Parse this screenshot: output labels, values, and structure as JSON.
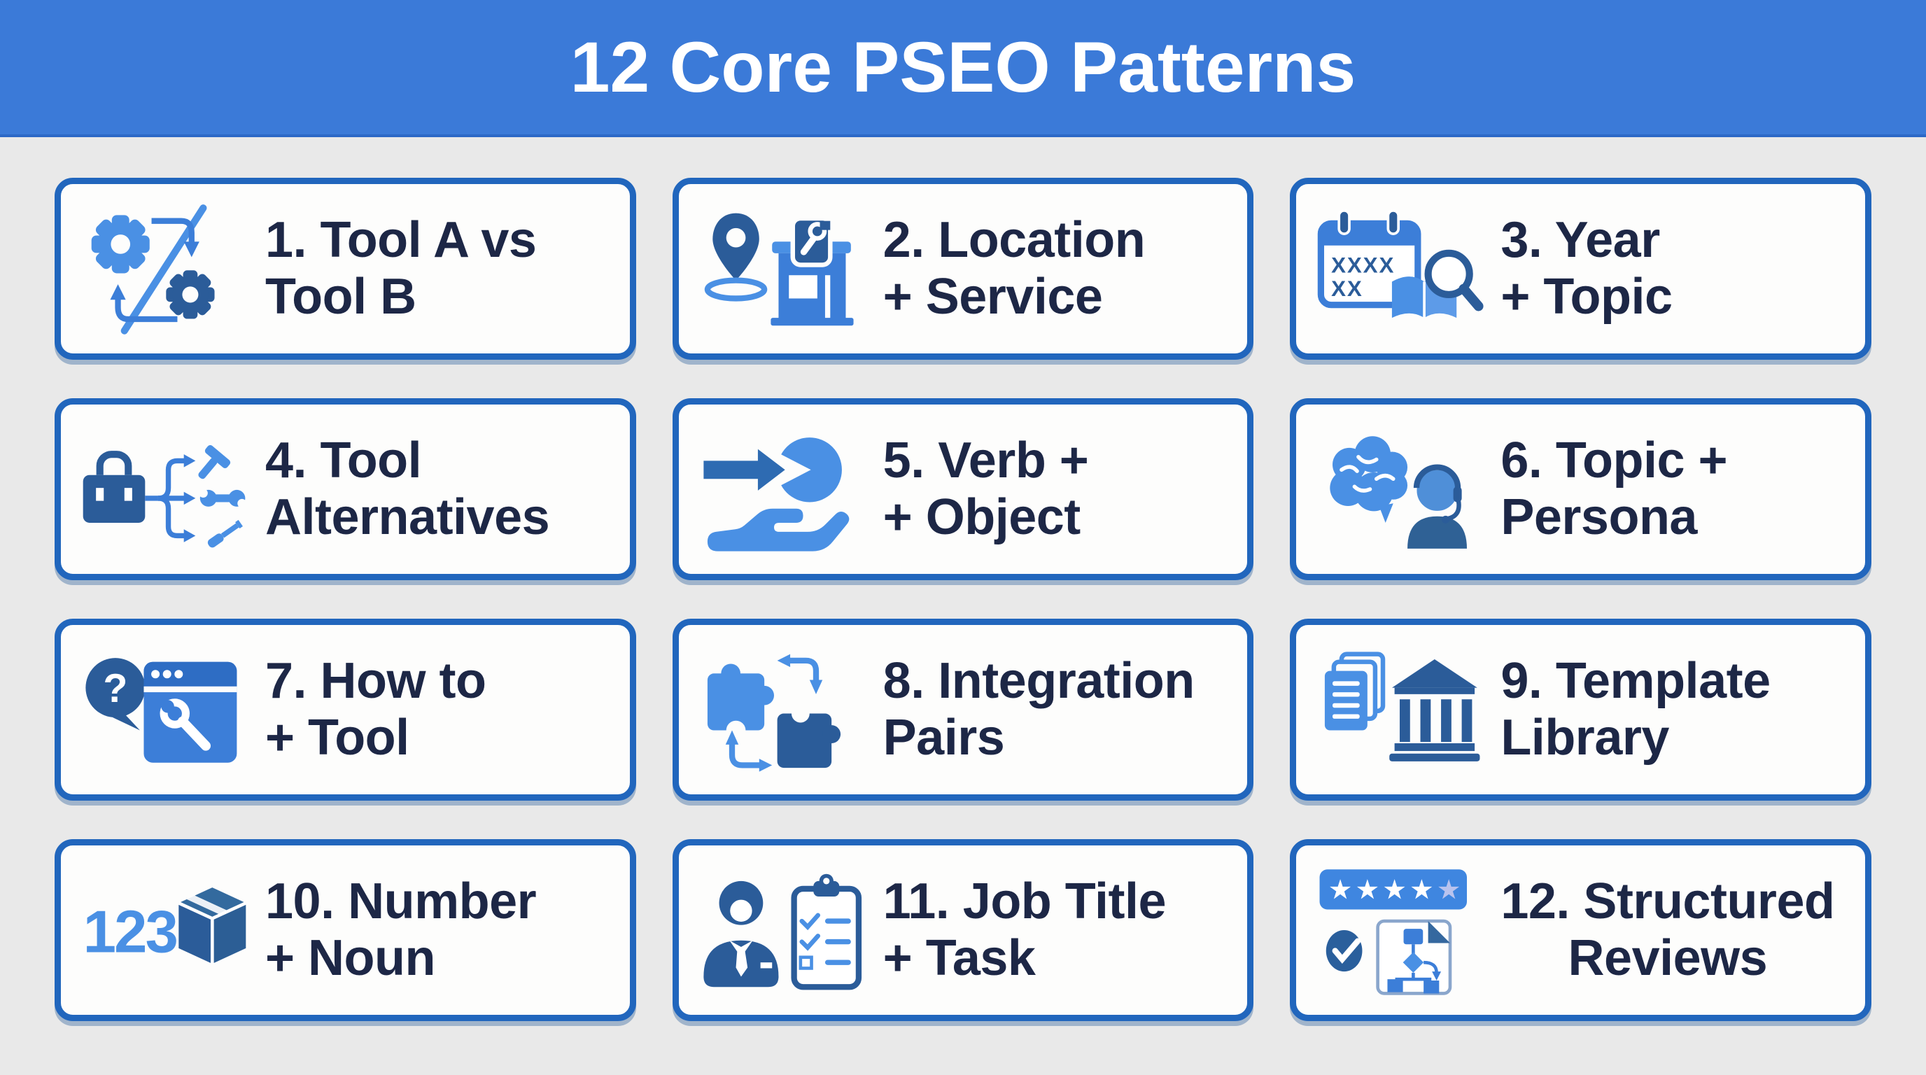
{
  "header": {
    "title": "12 Core PSEO Patterns",
    "background": "#3b7ad8",
    "text_color": "#ffffff"
  },
  "colors": {
    "page_background": "#e9e9e9",
    "card_background": "#fdfdfc",
    "card_border": "#2166bd",
    "label_color": "#1d2746",
    "icon_light_blue": "#4a90e4",
    "icon_mid_blue": "#3c7ed8",
    "icon_dark_blue": "#2b5c99",
    "pale_star": "#b9c3ee"
  },
  "cards": [
    {
      "label": "1. Tool A vs\nTool B",
      "icon": "gears-comparison-icon"
    },
    {
      "label": "2. Location\n+ Service",
      "icon": "location-pin-storefront-icon"
    },
    {
      "label": "3. Year\n+ Topic",
      "icon": "calendar-book-search-icon",
      "calendar_lines": [
        "XXXX",
        "XX"
      ]
    },
    {
      "label": "4. Tool\nAlternatives",
      "icon": "toolbox-alternatives-icon"
    },
    {
      "label": "5. Verb +\n+ Object",
      "icon": "arrow-object-hand-icon"
    },
    {
      "label": "6. Topic +\nPersona",
      "icon": "brain-headset-persona-icon"
    },
    {
      "label": "7. How to\n+ Tool",
      "icon": "question-bubble-browser-wrench-icon"
    },
    {
      "label": "8. Integration\nPairs",
      "icon": "puzzle-pieces-swap-icon"
    },
    {
      "label": "9. Template\nLibrary",
      "icon": "documents-library-building-icon"
    },
    {
      "label": "10. Number\n+ Noun",
      "icon": "number-123-box-icon",
      "icon_text": "123"
    },
    {
      "label": "11. Job Title\n+ Task",
      "icon": "person-clipboard-checklist-icon"
    },
    {
      "label": "12. Structured\nReviews",
      "icon": "star-rating-check-flowchart-icon",
      "stars": {
        "filled": 4,
        "total": 5
      }
    }
  ]
}
